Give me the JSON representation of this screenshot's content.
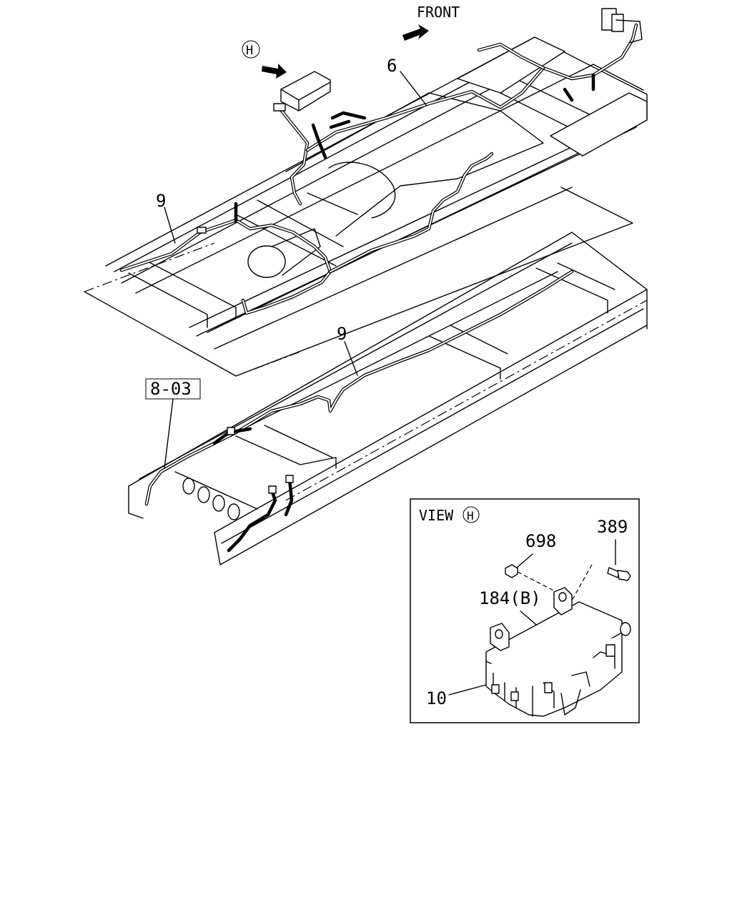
{
  "direction": {
    "front_label": "FRONT"
  },
  "view_callout": {
    "letter": "H"
  },
  "labels": {
    "harness_6": "6",
    "harness_9_upper": "9",
    "harness_9_lower": "9",
    "ref_8_03": "8-03"
  },
  "inset": {
    "title": "VIEW",
    "letter": "H",
    "parts": {
      "nut": "698",
      "bolt": "389",
      "bracket": "184(B)",
      "fuse_box": "10"
    }
  }
}
